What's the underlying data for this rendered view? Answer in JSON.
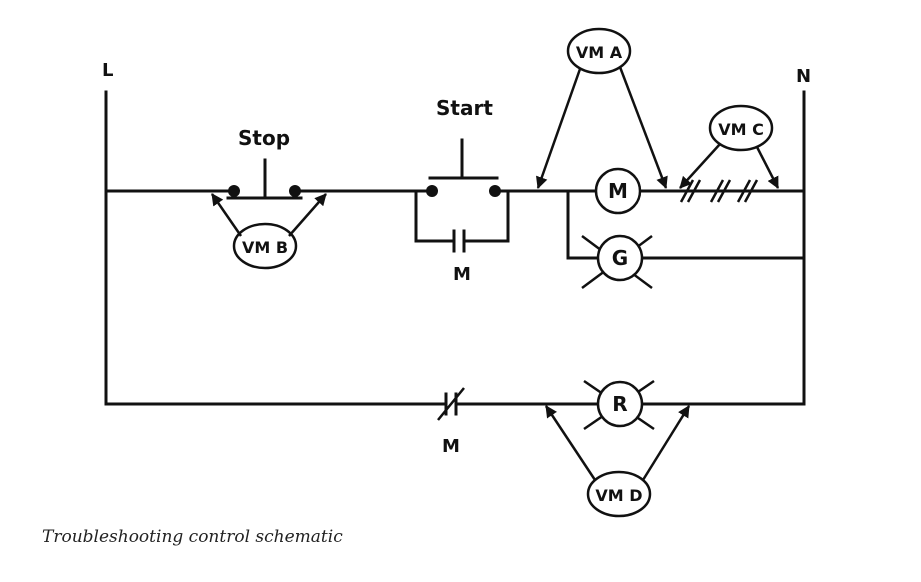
{
  "diagram": {
    "title": "",
    "rails": {
      "left": "L",
      "right": "N"
    },
    "switches": {
      "stop": "Stop",
      "start": "Start"
    },
    "contacts": {
      "seal_in": "M",
      "rung2": "M"
    },
    "loads": {
      "motor": "M",
      "green_lamp": "G",
      "red_lamp": "R"
    },
    "meters": {
      "a": "VM A",
      "b": "VM B",
      "c": "VM C",
      "d": "VM D"
    },
    "caption": "Troubleshooting control schematic"
  }
}
